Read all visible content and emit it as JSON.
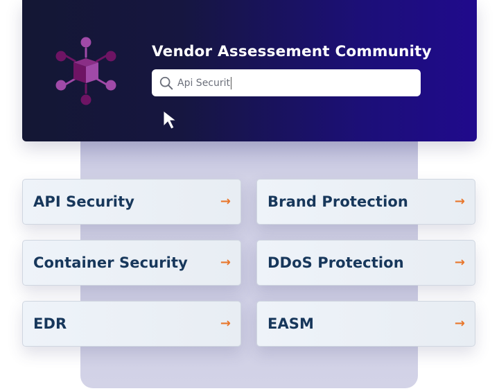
{
  "header": {
    "title": "Vendor Assessement Community",
    "logo_icon": "network-cube-icon",
    "colors": {
      "gradient_start": "#141734",
      "gradient_end": "#200a8c",
      "logo_light": "#a04aa8",
      "logo_dark": "#6e1464"
    }
  },
  "search": {
    "icon": "search-icon",
    "value": "Api Securit",
    "placeholder": ""
  },
  "pointer": {
    "icon": "mouse-pointer-icon"
  },
  "categories": [
    {
      "label": "API Security",
      "icon": "arrow-right-icon",
      "arrow": "→"
    },
    {
      "label": "Brand Protection",
      "icon": "arrow-right-icon",
      "arrow": "→"
    },
    {
      "label": "Container Security",
      "icon": "arrow-right-icon",
      "arrow": "→"
    },
    {
      "label": "DDoS Protection",
      "icon": "arrow-right-icon",
      "arrow": "→"
    },
    {
      "label": "EDR",
      "icon": "arrow-right-icon",
      "arrow": "→"
    },
    {
      "label": "EASM",
      "icon": "arrow-right-icon",
      "arrow": "→"
    }
  ],
  "colors": {
    "card_text": "#17375b",
    "arrow": "#e8762b",
    "backdrop": "#cfcfe5"
  }
}
